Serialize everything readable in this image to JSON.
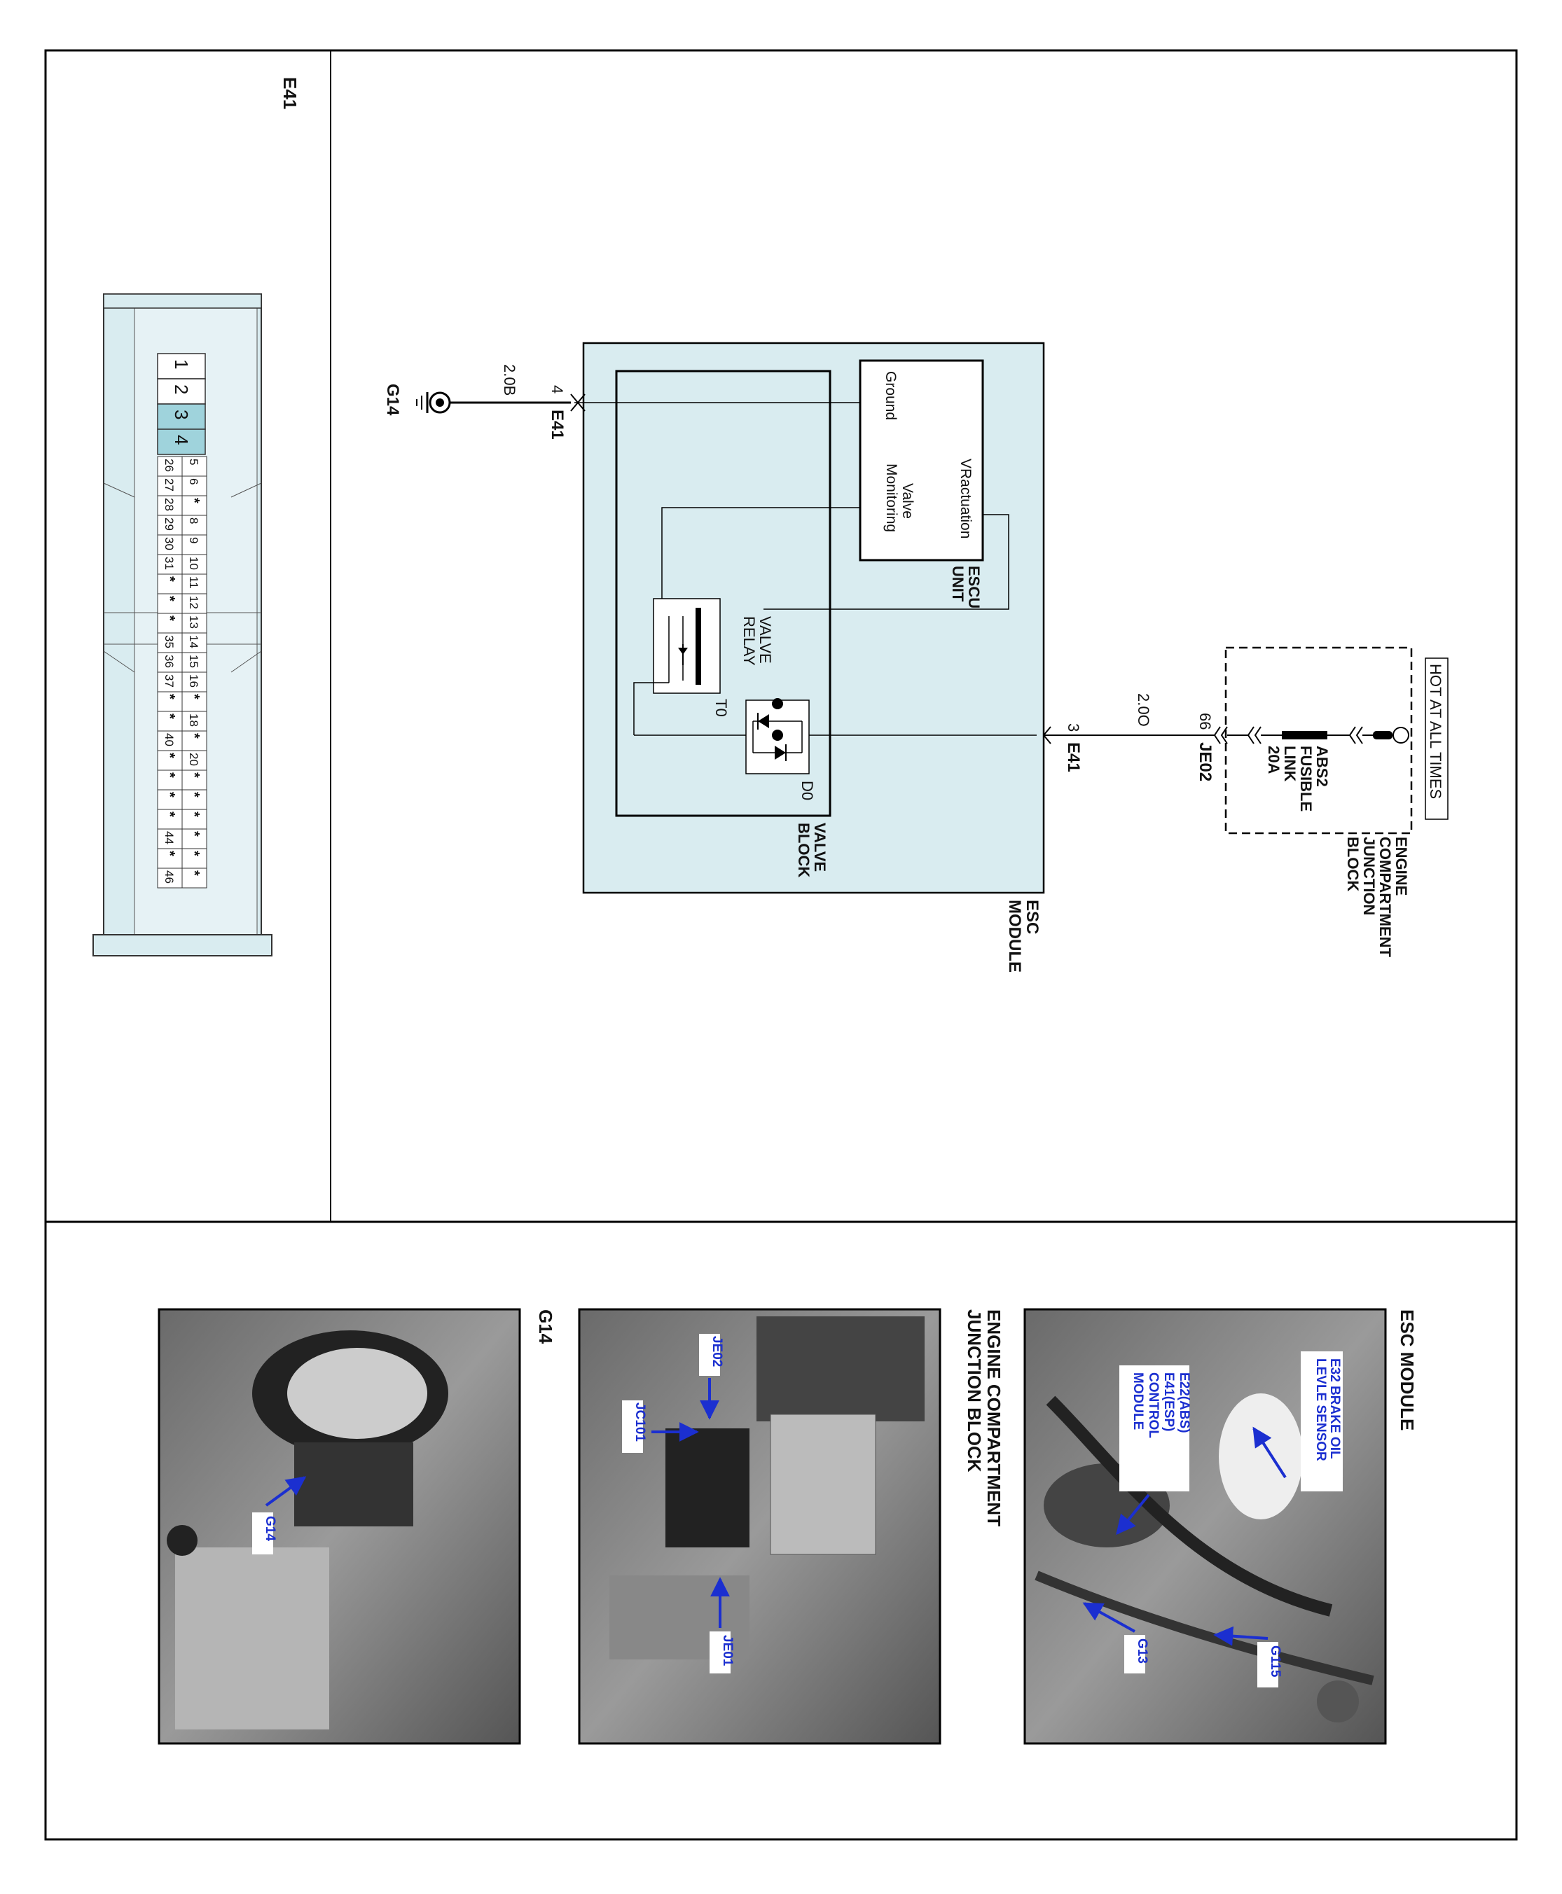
{
  "connector_panel": {
    "connector_id": "E41",
    "pins_large": [
      "1",
      "2",
      "3",
      "4"
    ],
    "pins_large_highlight": [
      "3",
      "4"
    ],
    "pins_row_a": [
      "5",
      "6",
      "*",
      "8",
      "9",
      "10",
      "11",
      "12",
      "13",
      "14",
      "15",
      "16",
      "*",
      "18",
      "*",
      "20",
      "*",
      "*",
      "*",
      "*",
      "*",
      "*"
    ],
    "pins_row_b": [
      "26",
      "27",
      "28",
      "29",
      "30",
      "31",
      "*",
      "*",
      "*",
      "35",
      "36",
      "37",
      "*",
      "*",
      "40",
      "*",
      "*",
      "*",
      "*",
      "44",
      "*",
      "46"
    ]
  },
  "schematic": {
    "hot_label": "HOT AT ALL TIMES",
    "junction_block": {
      "name_lines": [
        "ENGINE",
        "COMPARTMENT",
        "JUNCTION",
        "BLOCK"
      ],
      "fuse_lines": [
        "ABS2",
        "FUSIBLE",
        "LINK",
        "20A"
      ]
    },
    "supply_wire": {
      "connector": "JE02",
      "pin": "66",
      "wire": "2.0O"
    },
    "module_connector_power": {
      "connector": "E41",
      "pin": "3"
    },
    "module_connector_ground": {
      "connector": "E41",
      "pin": "4"
    },
    "ground_wire": "2.0B",
    "ground_point": "G14",
    "esc_module_lines": [
      "ESC",
      "MODULE"
    ],
    "valve_block_lines": [
      "VALVE",
      "BLOCK"
    ],
    "escu_lines": [
      "ESCU",
      "UNIT"
    ],
    "escu_vr": "VRactuation",
    "escu_valve_lines": [
      "Valve",
      "Monitoring"
    ],
    "escu_ground": "Ground",
    "relay_lines": [
      "VALVE",
      "RELAY"
    ],
    "relay_t0": "T0",
    "diode_d0": "D0"
  },
  "photos": {
    "esc": {
      "title": "ESC MODULE",
      "callout_1_lines": [
        "E32 BRAKE OIL",
        "LEVLE SENSOR"
      ],
      "callout_2_lines": [
        "E22(ABS)",
        "E41(ESP)",
        "CONTROL",
        "MODULE"
      ],
      "g13": "G13",
      "g115": "G115"
    },
    "ecjb": {
      "title_lines": [
        "ENGINE COMPARTMENT",
        "JUNCTION BLOCK"
      ],
      "je02": "JE02",
      "jc101": "JC101",
      "je01": "JE01"
    },
    "g14": {
      "title": "G14",
      "label": "G14"
    }
  },
  "colors": {
    "module_fill": "#d9ecf0",
    "pin_highlight": "#9fd3dc",
    "callout_blue": "#1b2fd0"
  }
}
